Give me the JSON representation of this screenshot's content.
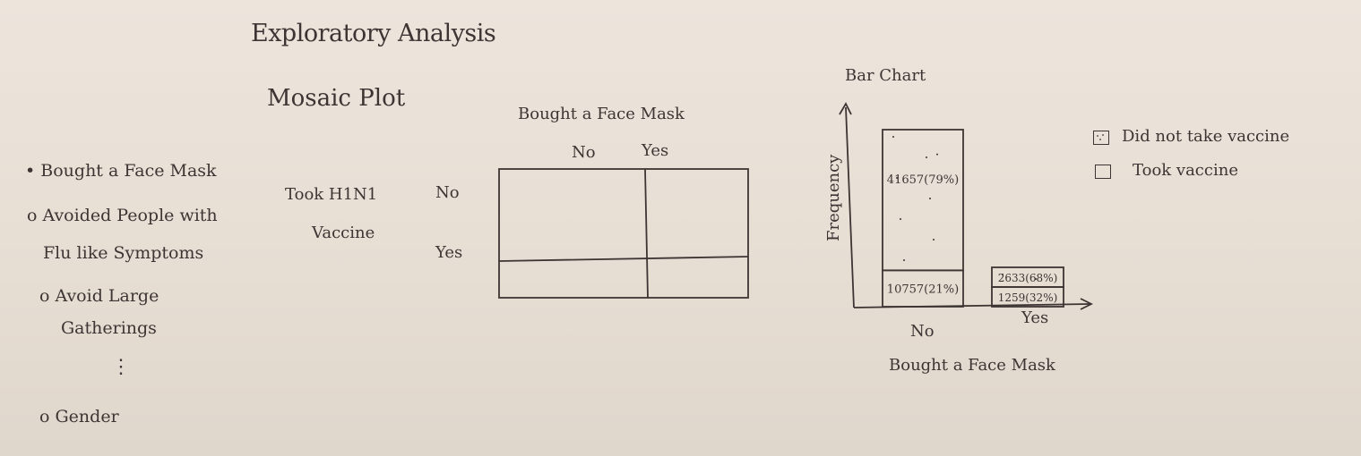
{
  "title": "Exploratory Analysis",
  "mosaic": {
    "heading": "Mosaic Plot",
    "col_var": "Bought a Face Mask",
    "col_levels": [
      "No",
      "Yes"
    ],
    "row_var_line1": "Took H1N1",
    "row_var_line2": "Vaccine",
    "row_levels": [
      "No",
      "Yes"
    ]
  },
  "variables": {
    "items": [
      {
        "marker": "•",
        "text": "Bought a Face Mask"
      },
      {
        "marker": "o",
        "text": "Avoided People with"
      },
      {
        "marker": "",
        "text": "Flu like Symptoms"
      },
      {
        "marker": "o",
        "text": "Avoid Large"
      },
      {
        "marker": "",
        "text": "Gatherings"
      },
      {
        "marker": "⋮",
        "text": ""
      },
      {
        "marker": "o",
        "text": "Gender"
      }
    ]
  },
  "chart_data": {
    "type": "bar",
    "title": "Bar Chart",
    "xlabel": "Bought a Face Mask",
    "ylabel": "Frequency",
    "categories": [
      "No",
      "Yes"
    ],
    "stacked": true,
    "series": [
      {
        "name": "Took vaccine",
        "values": [
          10757,
          1259
        ],
        "labels": [
          "10757(21%)",
          "1259(32%)"
        ],
        "fill": "plain"
      },
      {
        "name": "Did not take vaccine",
        "values": [
          41657,
          2633
        ],
        "labels": [
          "41657(79%)",
          "2633(68%)"
        ],
        "fill": "dotted"
      }
    ],
    "legend_position": "right",
    "grid": false
  },
  "colors": {
    "ink": "#3d3533",
    "paper": "#e9e0d6"
  }
}
